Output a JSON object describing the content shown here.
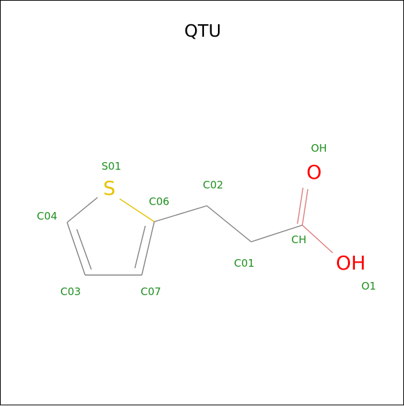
{
  "title": "QTU",
  "colors": {
    "atom_label": "#1f8f1f",
    "sulfur": "#e6c200",
    "oxygen": "#ff0000",
    "bond": "#808080"
  },
  "element_symbols": {
    "sulfur": "S",
    "oxygen_double": "O",
    "hydroxyl": "OH"
  },
  "atom_labels": {
    "s01": "S01",
    "c04": "C04",
    "c06": "C06",
    "c03": "C03",
    "c07": "C07",
    "c02": "C02",
    "c01": "C01",
    "ch": "CH",
    "oh": "OH",
    "o1": "O1"
  }
}
